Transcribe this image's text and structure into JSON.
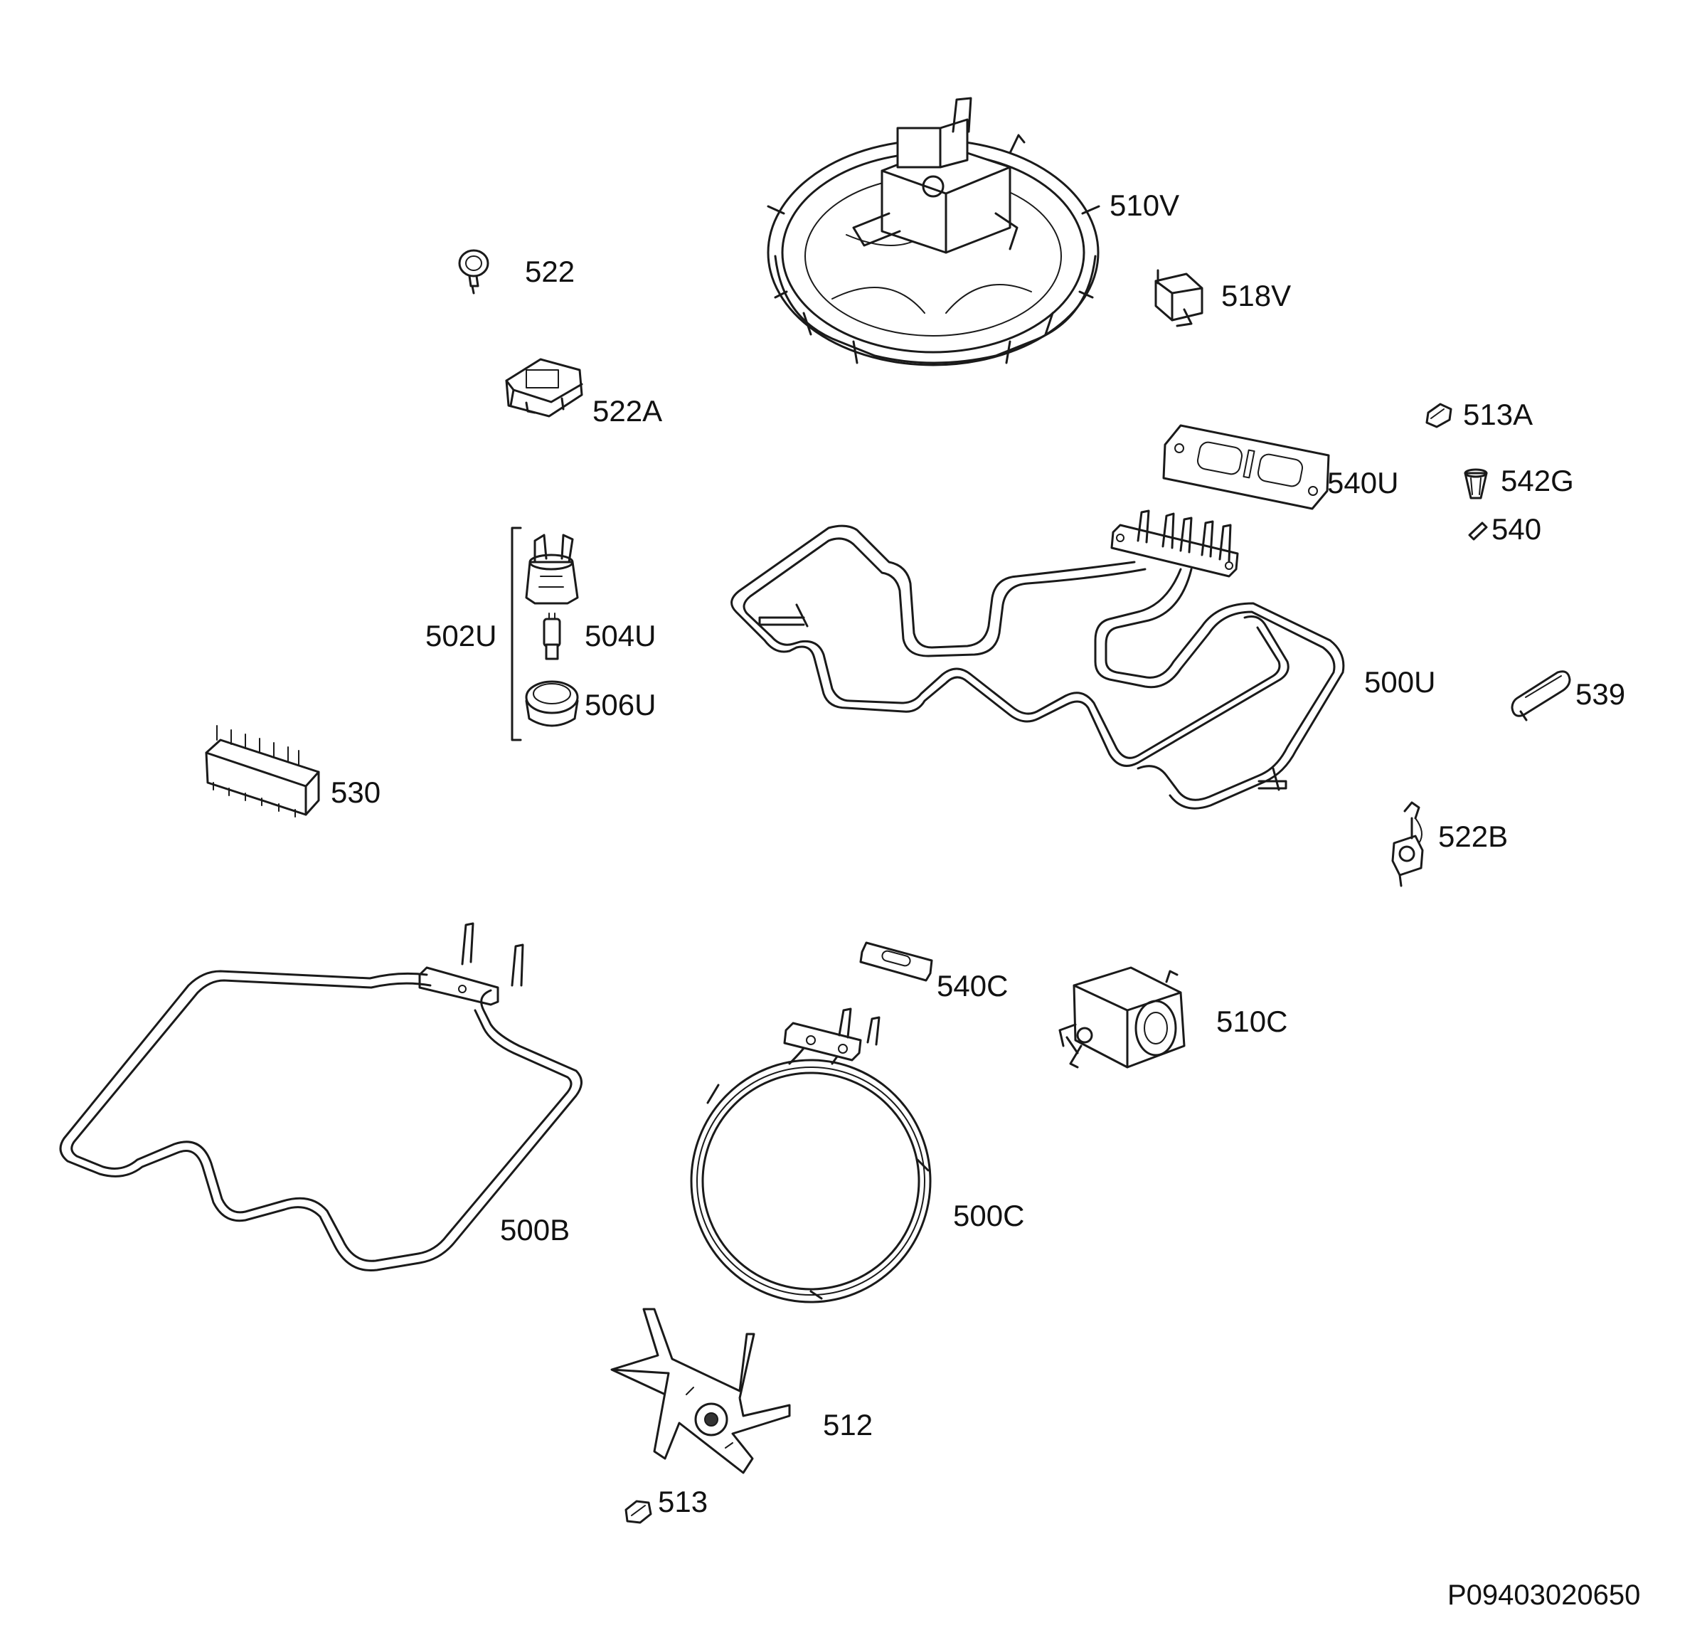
{
  "diagram": {
    "code": "P09403020650",
    "parts": [
      {
        "id": "510v",
        "label": "510V"
      },
      {
        "id": "522",
        "label": "522"
      },
      {
        "id": "518v",
        "label": "518V"
      },
      {
        "id": "522a",
        "label": "522A"
      },
      {
        "id": "513a",
        "label": "513A"
      },
      {
        "id": "540u",
        "label": "540U"
      },
      {
        "id": "542g",
        "label": "542G"
      },
      {
        "id": "540",
        "label": "540"
      },
      {
        "id": "502u",
        "label": "502U"
      },
      {
        "id": "504u",
        "label": "504U"
      },
      {
        "id": "506u",
        "label": "506U"
      },
      {
        "id": "500u",
        "label": "500U"
      },
      {
        "id": "539",
        "label": "539"
      },
      {
        "id": "530",
        "label": "530"
      },
      {
        "id": "522b",
        "label": "522B"
      },
      {
        "id": "540c",
        "label": "540C"
      },
      {
        "id": "510c",
        "label": "510C"
      },
      {
        "id": "500b",
        "label": "500B"
      },
      {
        "id": "500c",
        "label": "500C"
      },
      {
        "id": "512",
        "label": "512"
      },
      {
        "id": "513",
        "label": "513"
      }
    ]
  }
}
